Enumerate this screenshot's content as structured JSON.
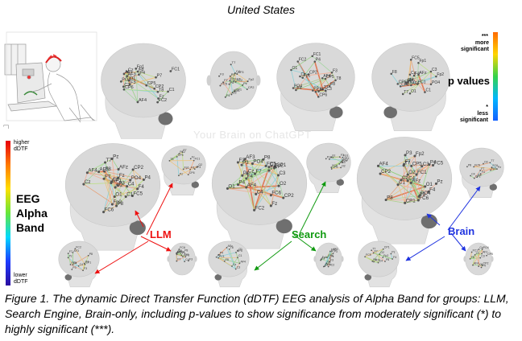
{
  "figure": {
    "title": "United States",
    "watermark": "Your Brain on ChatGPT",
    "pvalue_legend": {
      "top_marker": "***",
      "top_label": "more significant",
      "label": "p values",
      "bottom_marker": "*",
      "bottom_label": "less significant",
      "colors": [
        "#ff6a00",
        "#ffd400",
        "#34d34a",
        "#00b6ff",
        "#1560ff"
      ]
    },
    "dtf_legend": {
      "top_label": "higher dDTF",
      "label_lines": [
        "EEG",
        "Alpha",
        "Band"
      ],
      "bottom_label": "lower dDTF",
      "colors": [
        "#e8000a",
        "#ff7a00",
        "#ffe000",
        "#66e63a",
        "#00d9ff",
        "#1c3cff",
        "#2a0ca0"
      ]
    },
    "groups": [
      {
        "name": "LLM",
        "color": "#ee1111"
      },
      {
        "name": "Search",
        "color": "#109a10"
      },
      {
        "name": "Brain",
        "color": "#1f33e0"
      }
    ],
    "electrodes": [
      "CP1",
      "C1",
      "FC2",
      "FC5",
      "CP5",
      "C4",
      "Cz",
      "F3",
      "F4",
      "FC1",
      "FC6",
      "AF4",
      "AF3",
      "T7",
      "T8",
      "P3",
      "P4",
      "Fz",
      "PO4",
      "P7",
      "P8",
      "O1",
      "O2",
      "CP2",
      "CP6",
      "F7",
      "F8",
      "Pz",
      "C3",
      "Fp1",
      "Fp2",
      "AFz"
    ]
  },
  "caption": "Figure 1. The dynamic Direct Transfer Function (dDTF) EEG analysis of Alpha Band for groups: LLM, Search Engine, Brain-only, including p-values to show significance from moderately significant (*) to highly significant (***)."
}
